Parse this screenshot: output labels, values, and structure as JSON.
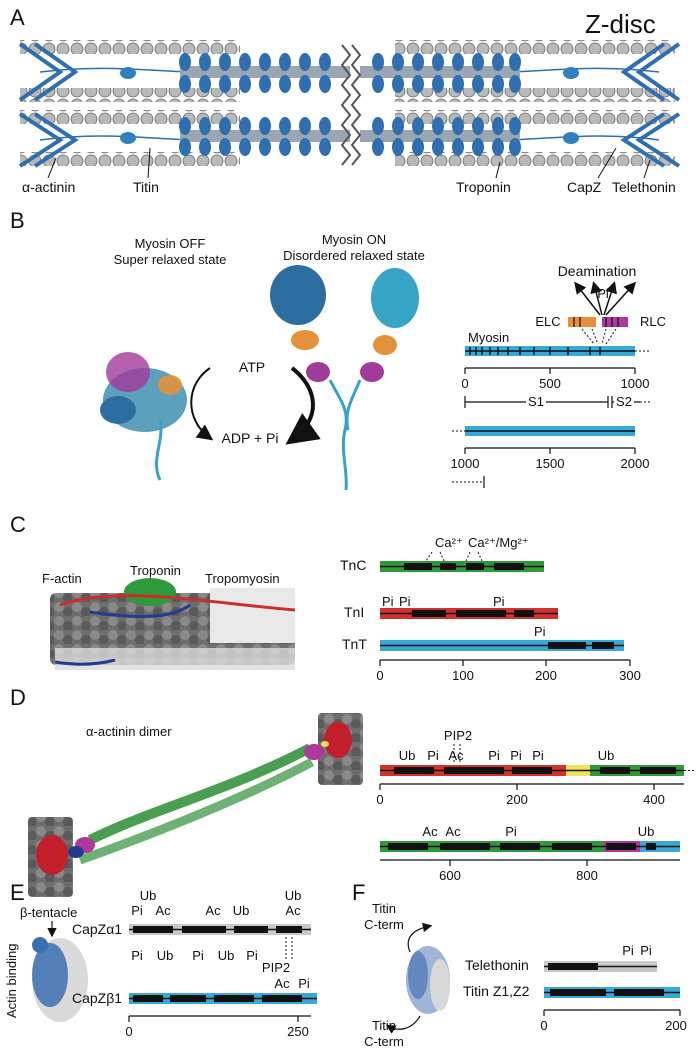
{
  "panel_letters": [
    "A",
    "B",
    "C",
    "D",
    "E",
    "F"
  ],
  "panel_a": {
    "title": "Z-disc",
    "labels": [
      "α-actinin",
      "Titin",
      "Troponin",
      "CapZ",
      "Telethonin"
    ]
  },
  "panel_b": {
    "state_off_line1": "Myosin OFF",
    "state_off_line2": "Super relaxed state",
    "state_on_line1": "Myosin ON",
    "state_on_line2": "Disordered relaxed state",
    "atp": "ATP",
    "adp": "ADP + Pi",
    "deamination": "Deamination",
    "pi": "Pi",
    "elc": "ELC",
    "rlc": "RLC",
    "myosin": "Myosin",
    "axis1_ticks": [
      "0",
      "500",
      "1000"
    ],
    "s1": "S1",
    "s2": "S2",
    "axis2_ticks": [
      "1000",
      "1500",
      "2000"
    ]
  },
  "panel_c": {
    "factin": "F-actin",
    "troponin": "Troponin",
    "tropomyosin": "Tropomyosin",
    "tnc": "TnC",
    "tni": "TnI",
    "tnt": "TnT",
    "ca1": "Ca²⁺",
    "ca2": "Ca²⁺/Mg²⁺",
    "pi": "Pi",
    "axis_ticks": [
      "0",
      "100",
      "200",
      "300"
    ]
  },
  "panel_d": {
    "title": "α-actinin dimer",
    "pip2": "PIP2",
    "ub": "Ub",
    "pi": "Pi",
    "ac": "Ac",
    "axis1_ticks": [
      "200",
      "400"
    ],
    "axis1_zero": "0",
    "axis2_ticks": [
      "600",
      "800"
    ]
  },
  "panel_e": {
    "beta_tentacle": "β-tentacle",
    "actin_binding": "Actin binding",
    "capza": "CapZα1",
    "capzb": "CapZβ1",
    "pip2": "PIP2",
    "ub": "Ub",
    "pi": "Pi",
    "ac": "Ac",
    "axis_ticks": [
      "0",
      "250"
    ]
  },
  "panel_f": {
    "titin": "Titin",
    "cterm": "C-term",
    "telethonin": "Telethonin",
    "titin_z": "Titin Z1,Z2",
    "pi": "Pi",
    "axis_ticks": [
      "0",
      "200"
    ]
  },
  "colors": {
    "blue": "#2f7fc1",
    "cyan": "#38a9d6",
    "green": "#2e9a3c",
    "red": "#d3322c",
    "grey": "#c8c8c8",
    "magenta": "#b0379c",
    "orange": "#e3913a",
    "yellow": "#f3e35a"
  }
}
